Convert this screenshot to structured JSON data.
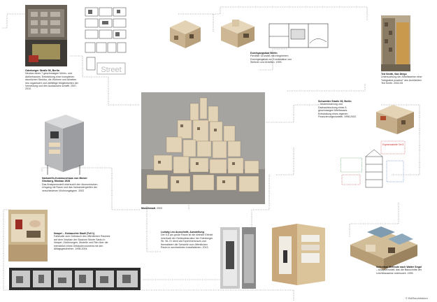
{
  "projects": {
    "oderberger": {
      "title": "Oderberger Straße 56, Berlin",
      "body": "Neubau eines 7-geschossigen Wohn- und Atelierhauses. Entwicklung einer komplexen räumlichen Struktur, die Wohnen und Arbeiten neu organisiert und vielfältige Möglichkeiten der Vernetzung und des Austauschs schafft. 2007-2010."
    },
    "durchgangsbad": {
      "title": "Durchgangsbad Berlin",
      "body": "Flexibler Grundriß mit integriertem Durchgangsbad zur Kombination von Wohnen und Arbeiten. 1993."
    },
    "tedsmith": {
      "title": "Ted Smith, San Diego",
      "body": "Untersuchung der Arbeitsweise einer \"integrated practice\" des Architekten Ted Smith. 2002-05"
    },
    "schwedter": {
      "title": "Schwedter Straße 35, Berlin",
      "body": "– Modernisierung und Dachaufstockung eines 5-geschossigen Miethauses. Entwicklung eines eigenen Finanzierungsmodells. 1998-2002."
    },
    "narkomfin": {
      "title": "Narkomfin-Kommunehaus von Moisei Ginzburg, Moskau 1928",
      "body": "Das Analysemodell untersucht den ökonomischen Umgang mit Raum und das Ineinandergreifen der verschiedenen Wohnungstypen. 2002"
    },
    "modellstadt": {
      "title": "Modellstadt",
      "body": ", 2003"
    },
    "neapel": {
      "title": "Neapel – Gebrauchte Stadt (Teil 1)",
      "body": "Fallstudie zum Gebrauch des öffentlichen Raumes auf dem Vorplatz der Stazione Monte Santo in Neapel. Zeichnungen, Modelle und Film über die Interaktion eines Gebäudevolumens mit den Alltagsgeschehen. 1998-2004."
    },
    "ludwig": {
      "title": "Ludwig Leo Ausschnitt, Ausstellung",
      "body": "Der 5,6 qm große Raum ist die kleinste Einheit innerhalb der Gebäudestruktur der Oderberger Str. 56. Er dient als Experimentraum und thematisiert die Schwelle zum öffentlichen Raum in wechselnden Installationen. 2013."
    },
    "selbstbau": {
      "title": "Selbstbau Methode nach Walter Segal",
      "body": "– Analysemodell, das die Bauschritte der Leichtbauweise untersucht. 1995."
    }
  },
  "thumb_texts": {
    "street_label": "Street",
    "diagram_label": "Ergebnistabelle Teil 5"
  },
  "copyright": "© BARarchitekten",
  "colors": {
    "background": "#ffffff",
    "connector": "#666666",
    "model_wood": "#d8c3a1",
    "photo_gray": "#9a9a9a"
  }
}
